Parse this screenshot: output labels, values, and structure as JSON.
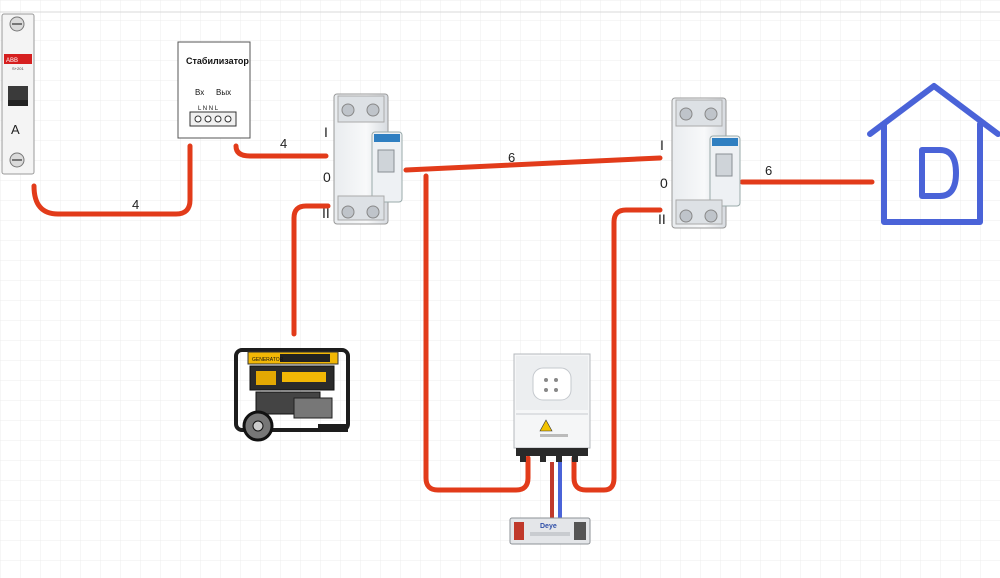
{
  "labels": {
    "breaker_a": "A",
    "breaker_brand": "ABB",
    "breaker_rating": "S+201",
    "stabilizer_title": "Стабилизатор",
    "stabilizer_in": "Вх",
    "stabilizer_out": "Вых",
    "stabilizer_terminals": "L N N L",
    "switch_pos_1": "I",
    "switch_pos_0": "0",
    "switch_pos_2": "II",
    "wire_breaker_to_stabilizer": "4",
    "wire_stabilizer_to_switch": "4",
    "wire_switch_to_switch": "6",
    "wire_switch_to_house": "6",
    "battery_brand": "Deye",
    "generator_label": "GENERATOR"
  },
  "colors": {
    "wire": "#e23b1a",
    "house": "#4a63d8",
    "grid": "#e6e6e6",
    "battery_pos": "#c0392b",
    "battery_neg": "#4a63d8"
  }
}
